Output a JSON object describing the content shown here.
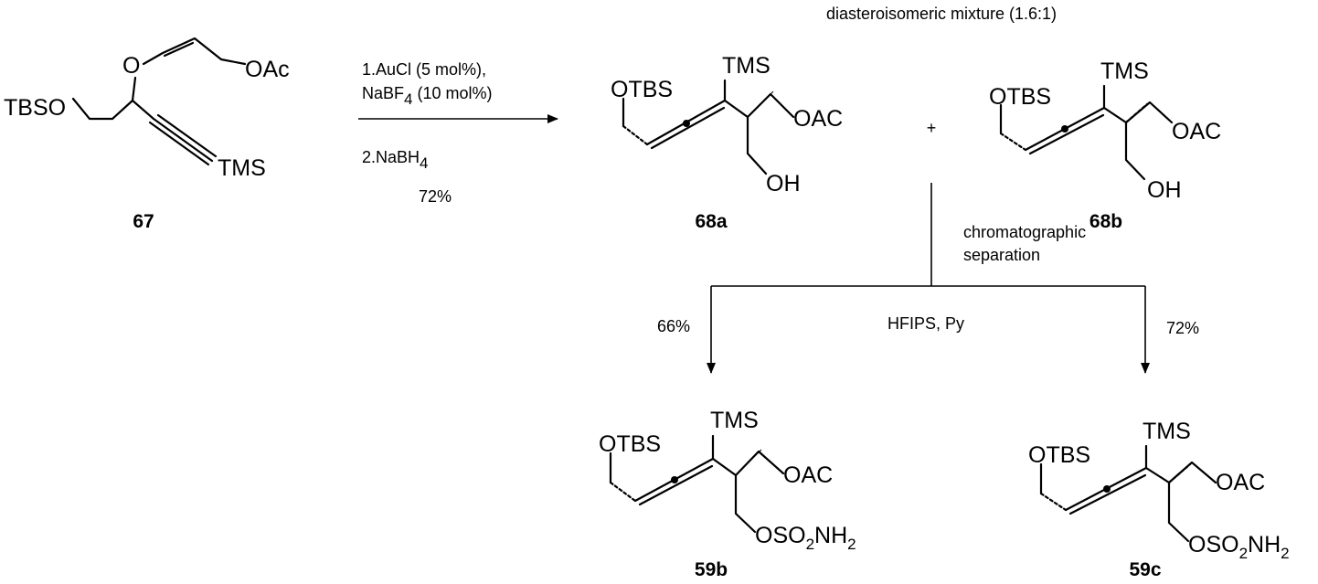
{
  "header": {
    "note": "diasteroisomeric mixture (1.6:1)"
  },
  "reaction1": {
    "step1_line1": "1.AuCl (5 mol%),",
    "step1_line2_pre": "NaBF",
    "step1_line2_sub": "4",
    "step1_line2_post": " (10 mol%)",
    "step2_pre": "2.NaBH",
    "step2_sub": "4",
    "yield": "72%",
    "plus": "+"
  },
  "reaction2": {
    "reagent": "HFIPS, Py",
    "separation_line1": "chromatographic",
    "separation_line2": "separation",
    "yield_left": "66%",
    "yield_right": "72%"
  },
  "compounds": {
    "c67": {
      "label": "67",
      "groups": {
        "oac": "OAc",
        "o": "O",
        "tbso": "TBSO",
        "tms": "TMS"
      }
    },
    "c68a": {
      "label": "68a",
      "groups": {
        "otbs": "OTBS",
        "tms": "TMS",
        "oac": "OAC",
        "oh": "OH"
      }
    },
    "c68b": {
      "label": "68b",
      "groups": {
        "otbs": "OTBS",
        "tms": "TMS",
        "oac": "OAC",
        "oh": "OH"
      }
    },
    "c59b": {
      "label": "59b",
      "groups": {
        "otbs": "OTBS",
        "tms": "TMS",
        "oac": "OAC",
        "os_pre": "OSO",
        "os_sub1": "2",
        "os_mid": "NH",
        "os_sub2": "2"
      }
    },
    "c59c": {
      "label": "59c",
      "groups": {
        "otbs": "OTBS",
        "tms": "TMS",
        "oac": "OAC",
        "os_pre": "OSO",
        "os_sub1": "2",
        "os_mid": "NH",
        "os_sub2": "2"
      }
    }
  }
}
